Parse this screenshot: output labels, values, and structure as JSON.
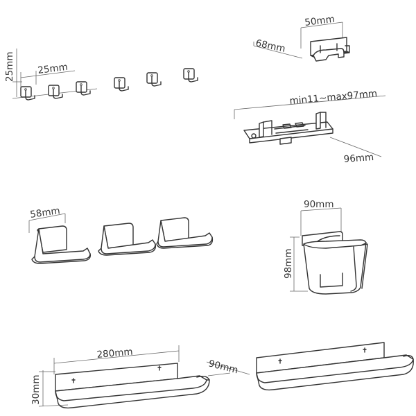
{
  "dimensions": {
    "hook_height": "25mm",
    "hook_width": "25mm",
    "bracket_width": "50mm",
    "bracket_depth": "68mm",
    "clamp_range": "min11~max97mm",
    "clamp_depth": "96mm",
    "holder_width": "58mm",
    "cup_width": "90mm",
    "cup_height": "98mm",
    "shelf_length": "280mm",
    "shelf_depth": "90mm",
    "shelf_height": "30mm"
  }
}
